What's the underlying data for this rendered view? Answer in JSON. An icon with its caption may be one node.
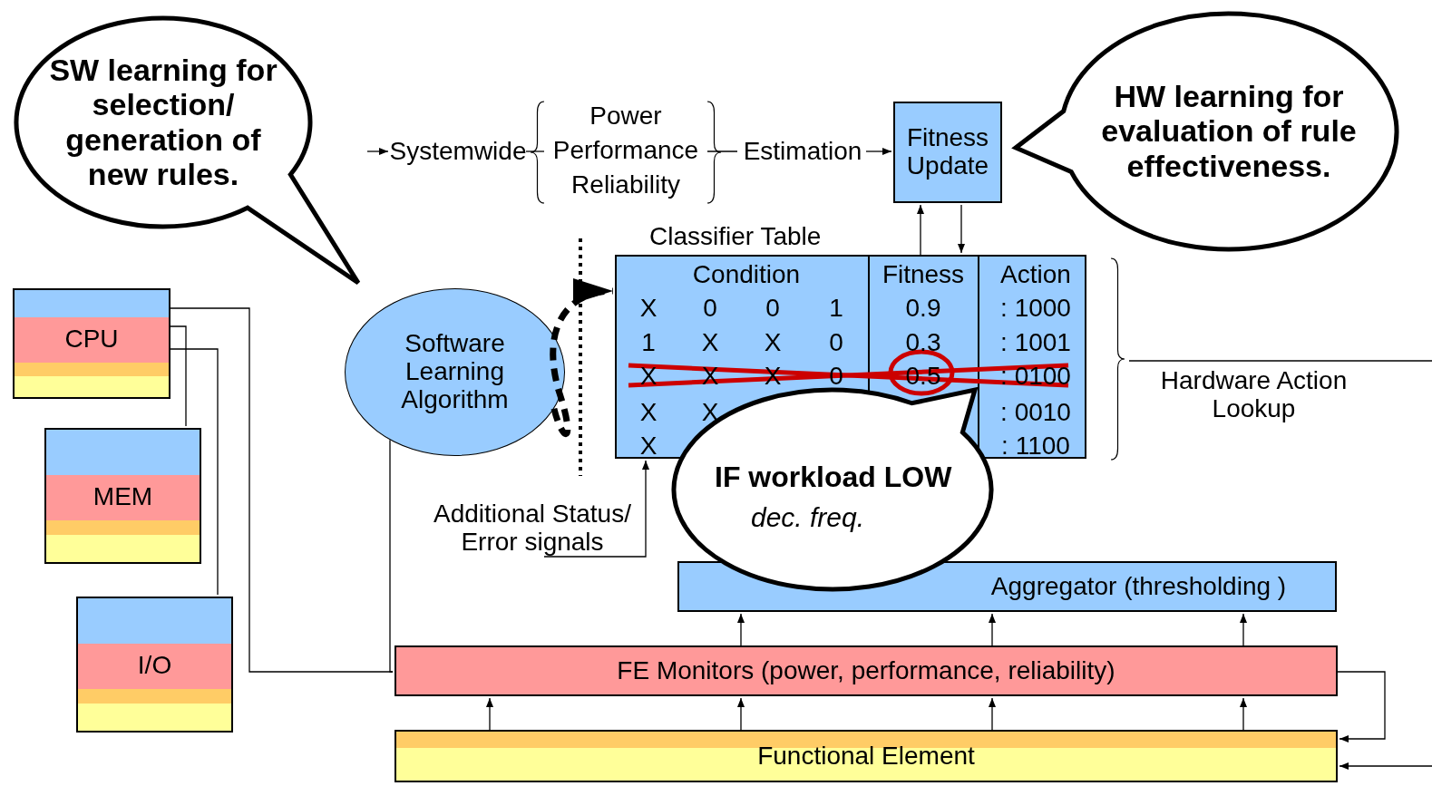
{
  "diagram": {
    "nodes": [
      {
        "text": [
          "Fitness Update"
        ]
      },
      {
        "text": [
          "HW learning for evaluation of rule effectiveness."
        ]
      },
      {
        "text": [
          "SW learning for selection/ generation of new rules."
        ]
      },
      {
        "text": [
          "Software Learning Algorithm"
        ]
      },
      {
        "text": [
          "Classifier Table"
        ]
      },
      {
        "text": [
          "IF workload LOW",
          "dec. freq."
        ]
      },
      {
        "text": [
          "Hardware Action Lookup"
        ]
      },
      {
        "text": [
          "Aggregator (thresholding )"
        ]
      },
      {
        "text": [
          "FE Monitors (power, performance, reliability)"
        ]
      },
      {
        "text": [
          "Functional Element"
        ]
      },
      {
        "text": [
          "CPU"
        ]
      },
      {
        "text": [
          "MEM"
        ]
      },
      {
        "text": [
          "I/O"
        ]
      },
      {
        "text": [
          "Additional Status/ Error signals"
        ]
      },
      {
        "text": [
          "Systemwide"
        ]
      },
      {
        "text": [
          "Power",
          "Performance",
          "Reliability"
        ]
      },
      {
        "text": [
          "Estimation"
        ]
      }
    ],
    "edges": [
      {
        "from": null,
        "to": 14,
        "arrow": "to"
      },
      {
        "from": 14,
        "to": 15,
        "arrow": "none"
      },
      {
        "from": 15,
        "to": 16,
        "arrow": "none"
      },
      {
        "from": 16,
        "to": 0,
        "arrow": "to"
      },
      {
        "from": 4,
        "to": 0,
        "arrow": "to"
      },
      {
        "from": 0,
        "to": 4,
        "arrow": "to"
      },
      {
        "from": 3,
        "to": 4,
        "arrow": "to",
        "style": "dashed"
      },
      {
        "from": 13,
        "to": 4,
        "arrow": "to"
      },
      {
        "from": 8,
        "to": 7,
        "arrow": "to"
      },
      {
        "from": 8,
        "to": 7,
        "arrow": "to"
      },
      {
        "from": 8,
        "to": 7,
        "arrow": "to"
      },
      {
        "from": 9,
        "to": 8,
        "arrow": "to"
      },
      {
        "from": 9,
        "to": 8,
        "arrow": "to"
      },
      {
        "from": 9,
        "to": 8,
        "arrow": "to"
      },
      {
        "from": 9,
        "to": 8,
        "arrow": "to"
      },
      {
        "from": 8,
        "to": 9,
        "arrow": "to"
      },
      {
        "from": null,
        "to": 9,
        "arrow": "to"
      },
      {
        "from": 10,
        "to": 11,
        "arrow": "none"
      },
      {
        "from": 10,
        "to": 12,
        "arrow": "none"
      },
      {
        "from": 10,
        "to": 8,
        "arrow": "none"
      },
      {
        "from": 3,
        "to": 8,
        "arrow": "none"
      },
      {
        "from": 6,
        "to": null,
        "arrow": "none"
      }
    ],
    "labels": [
      "Condition",
      "Fitness",
      "Action",
      "X",
      "0",
      "0",
      "1",
      "0.9",
      ": 1000",
      "1",
      "X",
      "X",
      "0",
      "0.3",
      ": 1001",
      "X",
      "X",
      "X",
      "0",
      "0.5",
      ": 0100",
      "X",
      "X",
      ": 0010",
      "X",
      ": 1100"
    ]
  }
}
